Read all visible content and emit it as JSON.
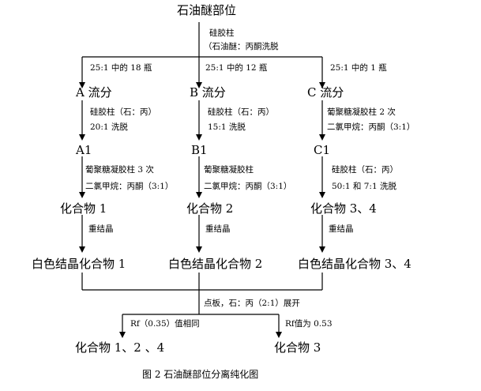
{
  "nodes": {
    "root": "石油醚部位",
    "a": "A 流分",
    "b": "B 流分",
    "c": "C 流分",
    "a1": "A1",
    "b1": "B1",
    "c1": "C1",
    "cmp1": "化合物 1",
    "cmp2": "化合物 2",
    "cmp34": "化合物 3、4",
    "white1": "白色结晶化合物 1",
    "white2": "白色结晶化合物 2",
    "white34": "白色结晶化合物 3、4",
    "final124": "化合物 1、2 、4",
    "final3": "化合物 3"
  },
  "labels": {
    "root_col1": "硅胶柱",
    "root_col2": "（石油醚：丙酮洗脱",
    "to_a": "25:1 中的 18 瓶",
    "to_b": "25:1  中的 12 瓶",
    "to_c": "25:1  中的 1 瓶",
    "a_l1": "硅胶柱（石：丙）",
    "a_l2": "20:1 洗脱",
    "b_l1": "硅胶柱（石：丙）",
    "b_l2": "15:1 洗脱",
    "c_l1": "葡聚糖凝胶柱 2 次",
    "c_l2": "二氯甲烷：丙酮（3:1）",
    "a1_l1": "葡聚糖凝胶柱 3 次",
    "a1_l2": "二氯甲烷：丙酮（3:1）",
    "b1_l1": "葡聚糖凝胶柱",
    "b1_l2": "二氯甲烷：丙酮（3:1）",
    "c1_l1": "硅胶柱（石：丙）",
    "c1_l2": "50:1 和 7:1 洗脱",
    "recryst_a": "重结晶",
    "recryst_b": "重结晶",
    "recryst_c": "重结晶",
    "tlc": "点板，石：丙（2:1）展开",
    "rf_same": "Rf（0.35）值相同",
    "rf_diff": "Rf值为 0.53"
  },
  "caption": "图 2  石油醚部位分离纯化图"
}
